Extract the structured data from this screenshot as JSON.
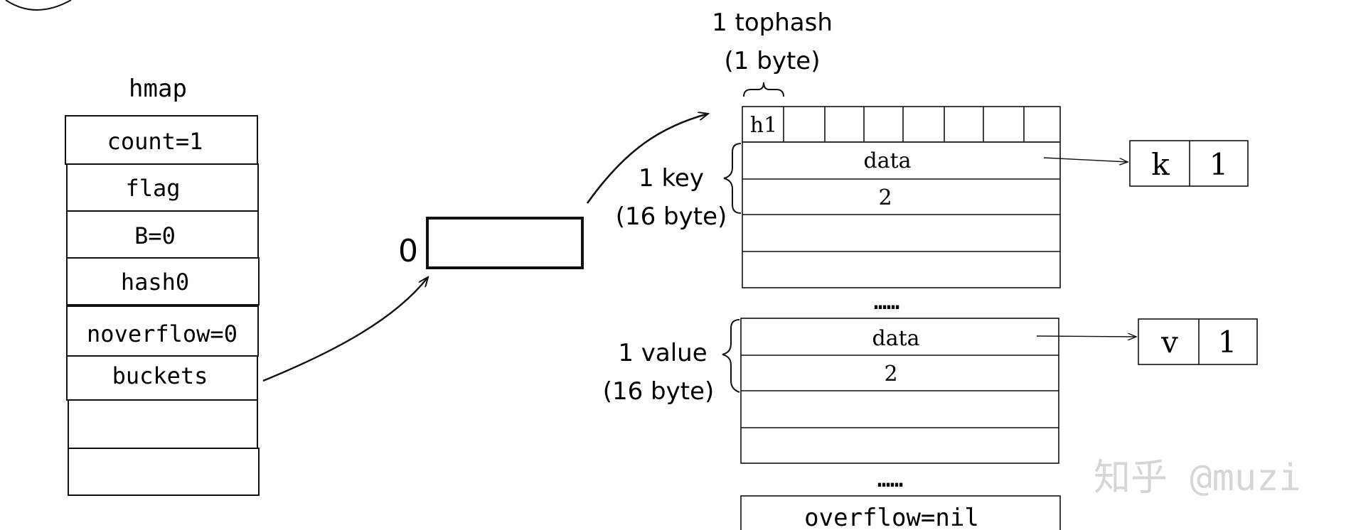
{
  "hmap": {
    "title": "hmap",
    "fields": [
      "count=1",
      "flag",
      "B=0",
      "hash0",
      "noverflow=0",
      "buckets",
      "",
      ""
    ]
  },
  "buckets_array": {
    "index_label": "0"
  },
  "bucket": {
    "tophash_label_line1": "1 tophash",
    "tophash_label_line2": "(1 byte)",
    "tophash_cell": "h1",
    "key_label_line1": "1 key",
    "key_label_line2": "(16 byte)",
    "key_rows": [
      "data",
      "2"
    ],
    "ellipsis1": "……",
    "value_label_line1": "1 value",
    "value_label_line2": "(16 byte)",
    "value_rows": [
      "data",
      "2"
    ],
    "ellipsis2": "……",
    "overflow": "overflow=nil"
  },
  "key_pointer": {
    "type": "k",
    "value": "1"
  },
  "value_pointer": {
    "type": "v",
    "value": "1"
  },
  "watermark": "知乎 @muzi"
}
